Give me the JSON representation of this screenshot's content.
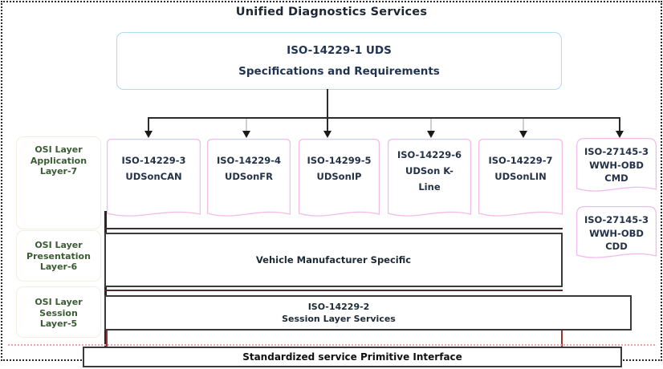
{
  "page": {
    "title": "Unified Diagnostics Services"
  },
  "top_box": {
    "line1": "ISO-14229-1 UDS",
    "line2": "Specifications and Requirements"
  },
  "osi_labels": [
    {
      "lines": [
        "OSI Layer",
        "Application",
        "Layer-7"
      ]
    },
    {
      "lines": [
        "OSI Layer",
        "Presentation",
        "Layer-6"
      ]
    },
    {
      "lines": [
        "OSI Layer",
        "Session",
        "Layer-5"
      ]
    }
  ],
  "protocol_boxes": [
    {
      "lines": [
        "ISO-14229-3",
        "UDSonCAN"
      ]
    },
    {
      "lines": [
        "ISO-14229-4",
        "UDSonFR"
      ]
    },
    {
      "lines": [
        "ISO-14299-5",
        "UDSonIP"
      ]
    },
    {
      "lines": [
        "ISO-14229-6",
        "UDSon K-",
        "Line"
      ]
    },
    {
      "lines": [
        "ISO-14229-7",
        "UDSonLIN"
      ]
    }
  ],
  "wwh_boxes": [
    {
      "lines": [
        "ISO-27145-3",
        "WWH-OBD",
        "CMD"
      ]
    },
    {
      "lines": [
        "ISO-27145-3",
        "WWH-OBD",
        "CDD"
      ]
    }
  ],
  "layer_boxes": {
    "vehicle": "Vehicle Manufacturer Specific",
    "session_line1": "ISO-14229-2",
    "session_line2": "Session Layer Services",
    "bottom": "Standardized service Primitive Interface"
  },
  "colors": {
    "torn_box_border": "#f2bce9",
    "top_box_border": "#aadcf2",
    "osi_text_green": "#3a5c33",
    "navy_text": "#1f3352",
    "line_dark": "#2b2b2b",
    "red_accent": "#993333"
  }
}
